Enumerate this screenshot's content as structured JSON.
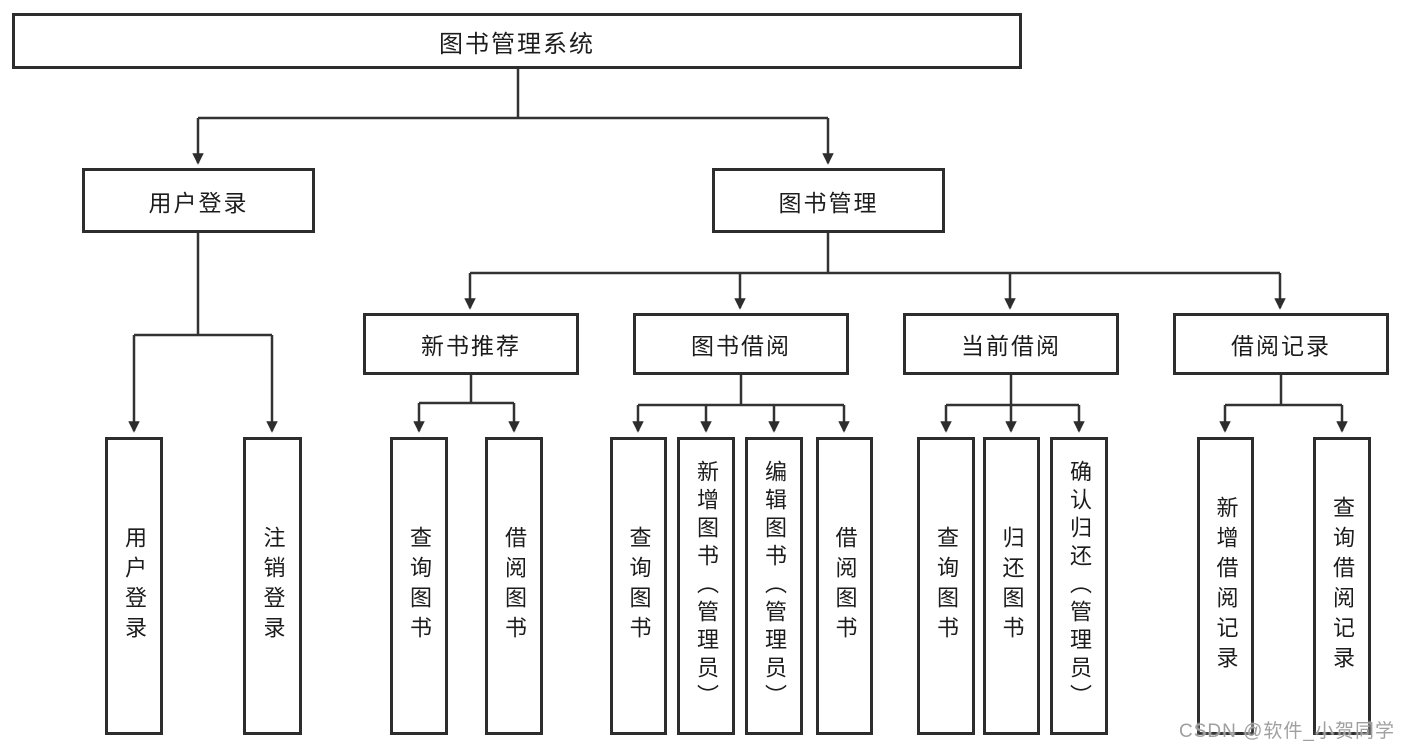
{
  "nodes": {
    "root": "图书管理系统",
    "user_login": "用户登录",
    "book_management": "图书管理",
    "new_book_recommend": "新书推荐",
    "book_borrow": "图书借阅",
    "current_borrow": "当前借阅",
    "borrow_records": "借阅记录",
    "leaf_user_login": "用户登录",
    "leaf_logout": "注销登录",
    "leaf_query_book_recommend": "查询图书",
    "leaf_borrow_book_recommend": "借阅图书",
    "leaf_query_book_borrow": "查询图书",
    "leaf_add_book_admin": "新增图书（管理员）",
    "leaf_edit_book_admin": "编辑图书（管理员）",
    "leaf_borrow_book_borrow": "借阅图书",
    "leaf_query_book_current": "查询图书",
    "leaf_return_book": "归还图书",
    "leaf_confirm_return_admin": "确认归还（管理员）",
    "leaf_add_borrow_record": "新增借阅记录",
    "leaf_query_borrow_record": "查询借阅记录"
  },
  "colors": {
    "line": "#333333",
    "box_border": "#2d2d2d",
    "text": "#1c1c1c",
    "watermark": "#a0a0a0",
    "background": "#ffffff"
  },
  "watermark": "CSDN @软件_小贺同学"
}
